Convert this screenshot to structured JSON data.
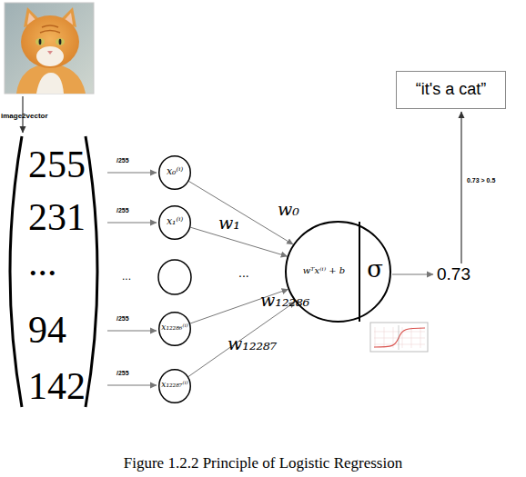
{
  "diagram": {
    "caption": "Figure 1.2.2 Principle of Logistic Regression",
    "nodes": [
      {
        "text": [
          "x₀⁽ⁱ⁾"
        ]
      },
      {
        "text": [
          "x₁⁽ⁱ⁾"
        ]
      },
      {
        "text": [
          "x₁₂₂₈₆⁽ⁱ⁾"
        ]
      },
      {
        "text": [
          "x₁₂₂₈₇⁽ⁱ⁾"
        ]
      },
      {
        "text": [
          "wᵀx⁽ⁱ⁾ + b",
          "σ"
        ]
      },
      {
        "text": [
          "“it's a cat”"
        ]
      }
    ],
    "edges": [
      {
        "from": 0,
        "to": 4,
        "label": "w₀",
        "arrow": "to"
      },
      {
        "from": 1,
        "to": 4,
        "label": "w₁",
        "arrow": "to"
      },
      {
        "from": 2,
        "to": 4,
        "label": "w₁₂₂₈₆",
        "arrow": "to"
      },
      {
        "from": 3,
        "to": 4,
        "label": "w₁₂₂₈₇",
        "arrow": "to"
      }
    ],
    "labels": [
      "image2vector",
      "255",
      "231",
      "...",
      "94",
      "142",
      "/255",
      "/255",
      "...",
      "/255",
      "/255",
      "...",
      "0.73",
      "0.73 > 0.5"
    ]
  }
}
